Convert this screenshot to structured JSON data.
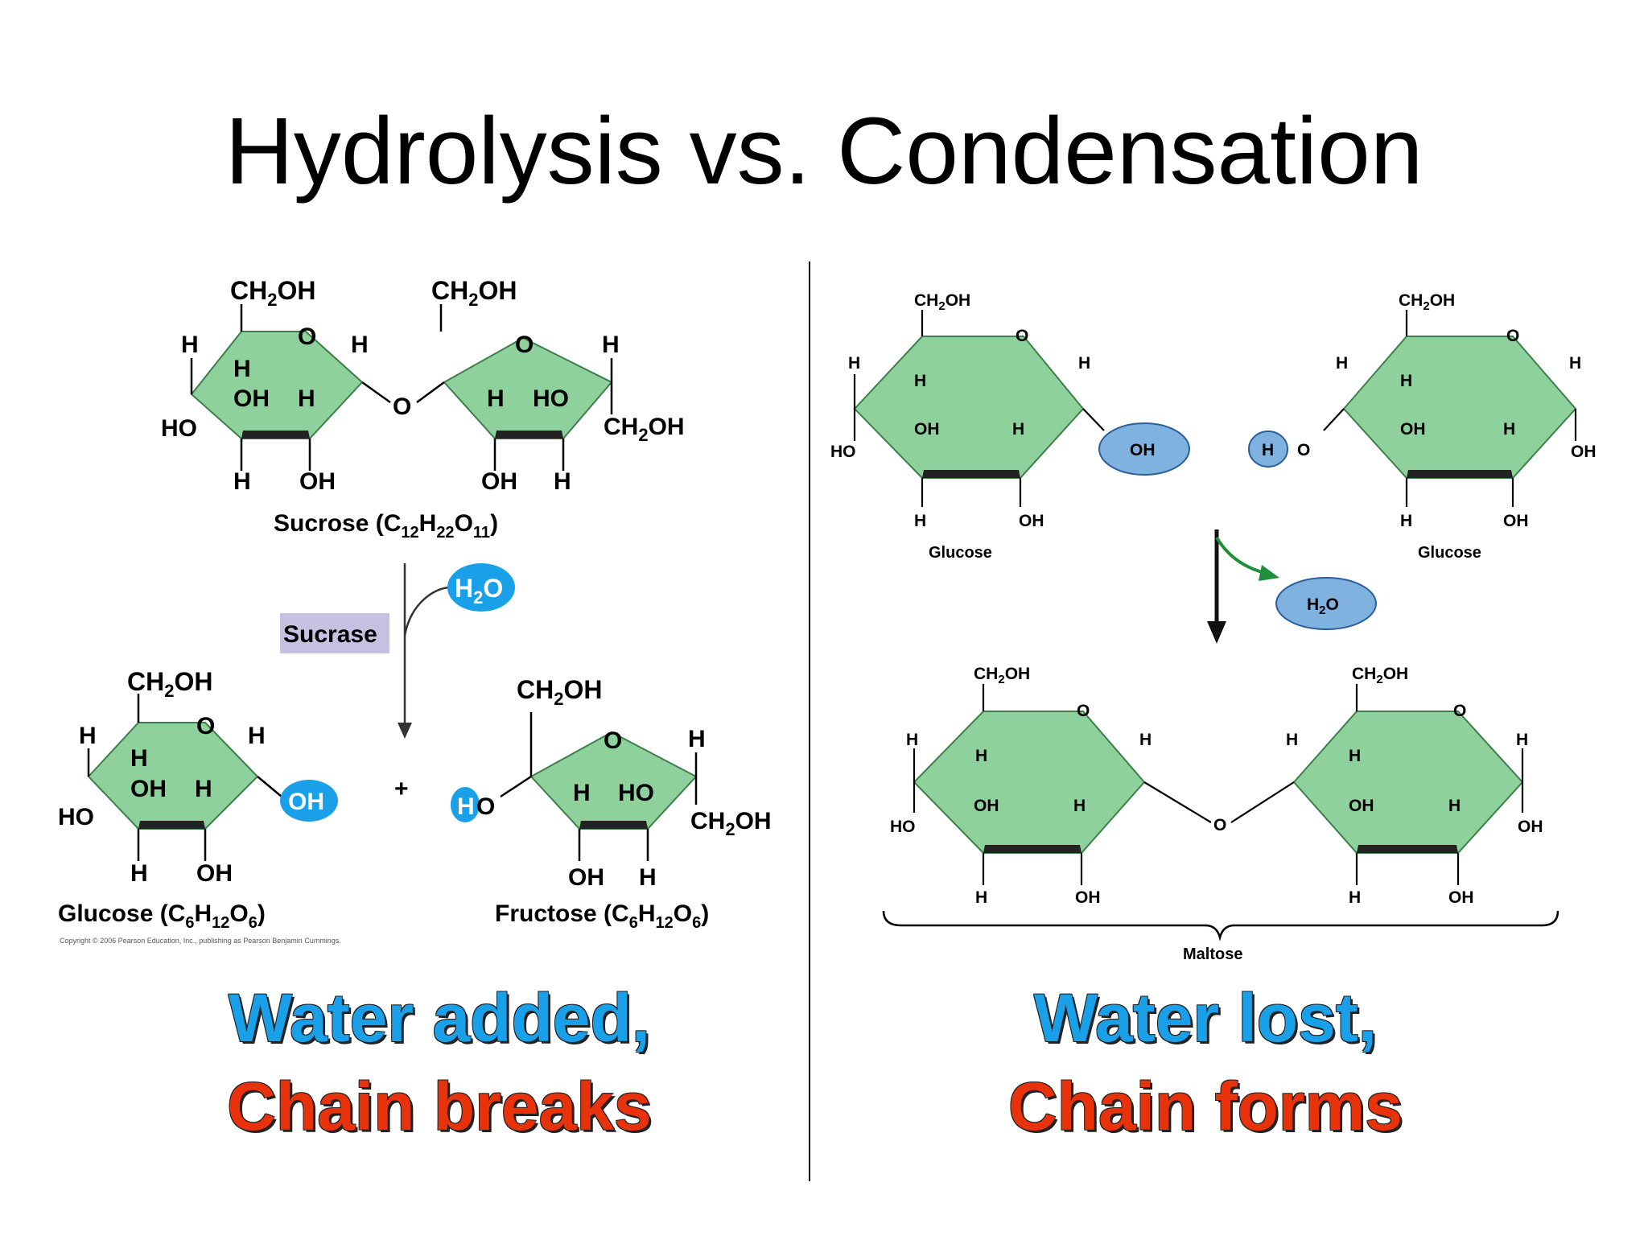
{
  "title": "Hydrolysis vs. Condensation",
  "colors": {
    "ring": "#8fd19c",
    "ring_dark": "#5bb06d",
    "blue_bubble": "#1aa0e8",
    "pale_bubble": "#7fb2df",
    "enzyme": "#c8c0e0",
    "arrow_green": "#1e8f3a",
    "caption_blue": "#1aa0e8",
    "caption_red": "#e8320c"
  },
  "left": {
    "ch2oh": "CH2OH",
    "o": "O",
    "h": "H",
    "oh": "OH",
    "ho": "HO",
    "sucrose_label": "Sucrose (C12H22O11)",
    "water": "H2O",
    "enzyme": "Sucrase",
    "plus": "+",
    "glucose_label": "Glucose (C6H12O6)",
    "fructose_label": "Fructose  (C6H12O6)",
    "copyright": "Copyright © 2006 Pearson Education, Inc., publishing as Pearson Benjamin Cummings.",
    "caption_line1": "Water added,",
    "caption_line2": "Chain breaks"
  },
  "right": {
    "glucose_label_1": "Glucose",
    "glucose_label_2": "Glucose",
    "water": "H2O",
    "maltose_label": "Maltose",
    "caption_line1": "Water lost,",
    "caption_line2": "Chain forms"
  }
}
